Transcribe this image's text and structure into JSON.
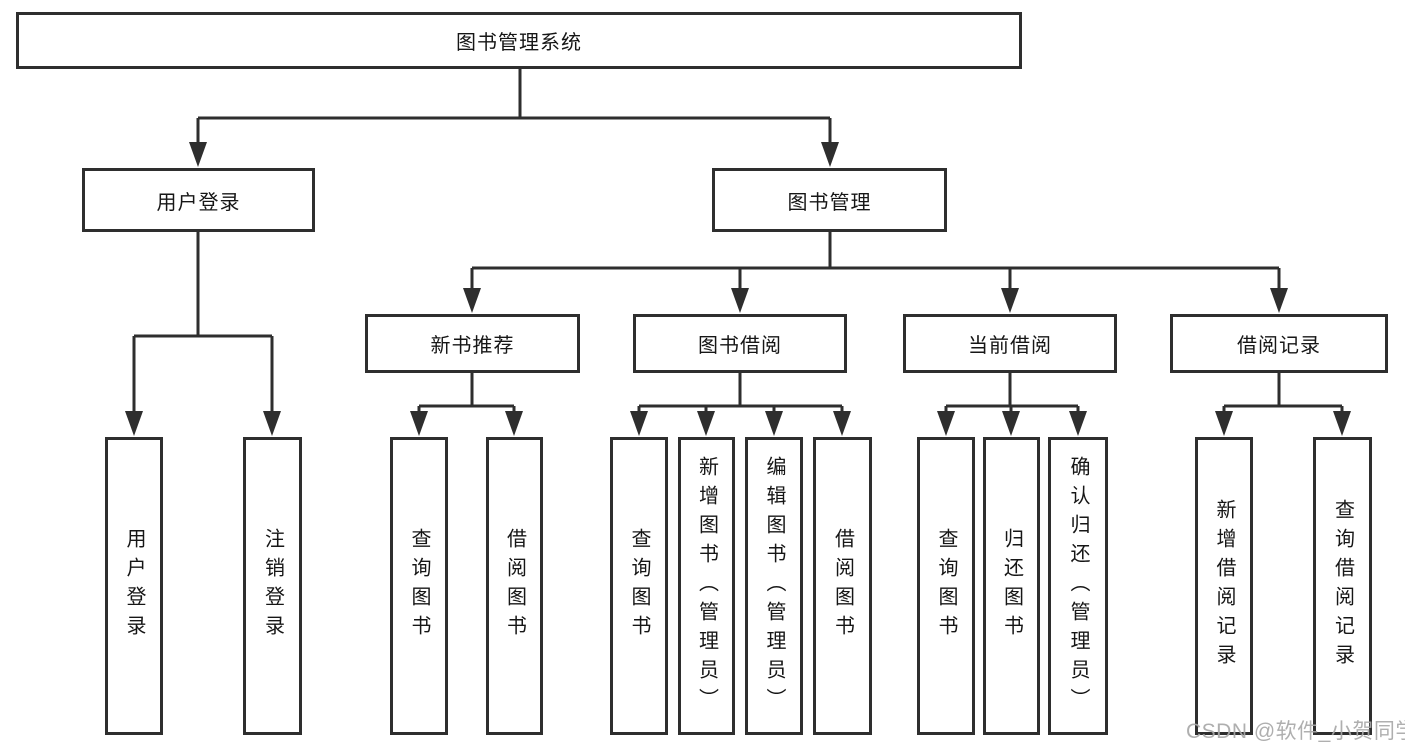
{
  "diagram": {
    "tree": {
      "label": "图书管理系统",
      "children": [
        {
          "label": "用户登录",
          "children": [
            {
              "label": "用户登录"
            },
            {
              "label": "注销登录"
            }
          ]
        },
        {
          "label": "图书管理",
          "children": [
            {
              "label": "新书推荐",
              "children": [
                {
                  "label": "查询图书"
                },
                {
                  "label": "借阅图书"
                }
              ]
            },
            {
              "label": "图书借阅",
              "children": [
                {
                  "label": "查询图书"
                },
                {
                  "label": "新增图书（管理员）"
                },
                {
                  "label": "编辑图书（管理员）"
                },
                {
                  "label": "借阅图书"
                }
              ]
            },
            {
              "label": "当前借阅",
              "children": [
                {
                  "label": "查询图书"
                },
                {
                  "label": "归还图书"
                },
                {
                  "label": "确认归还（管理员）"
                }
              ]
            },
            {
              "label": "借阅记录",
              "children": [
                {
                  "label": "新增借阅记录"
                },
                {
                  "label": "查询借阅记录"
                }
              ]
            }
          ]
        }
      ]
    },
    "colors": {
      "line": "#2e2e2e",
      "box_border": "#2e2e2e",
      "text": "#161616",
      "background": "#ffffff",
      "watermark": "#a8a8a8"
    }
  },
  "watermark": {
    "text": "CSDN @软件_小贺同学"
  }
}
